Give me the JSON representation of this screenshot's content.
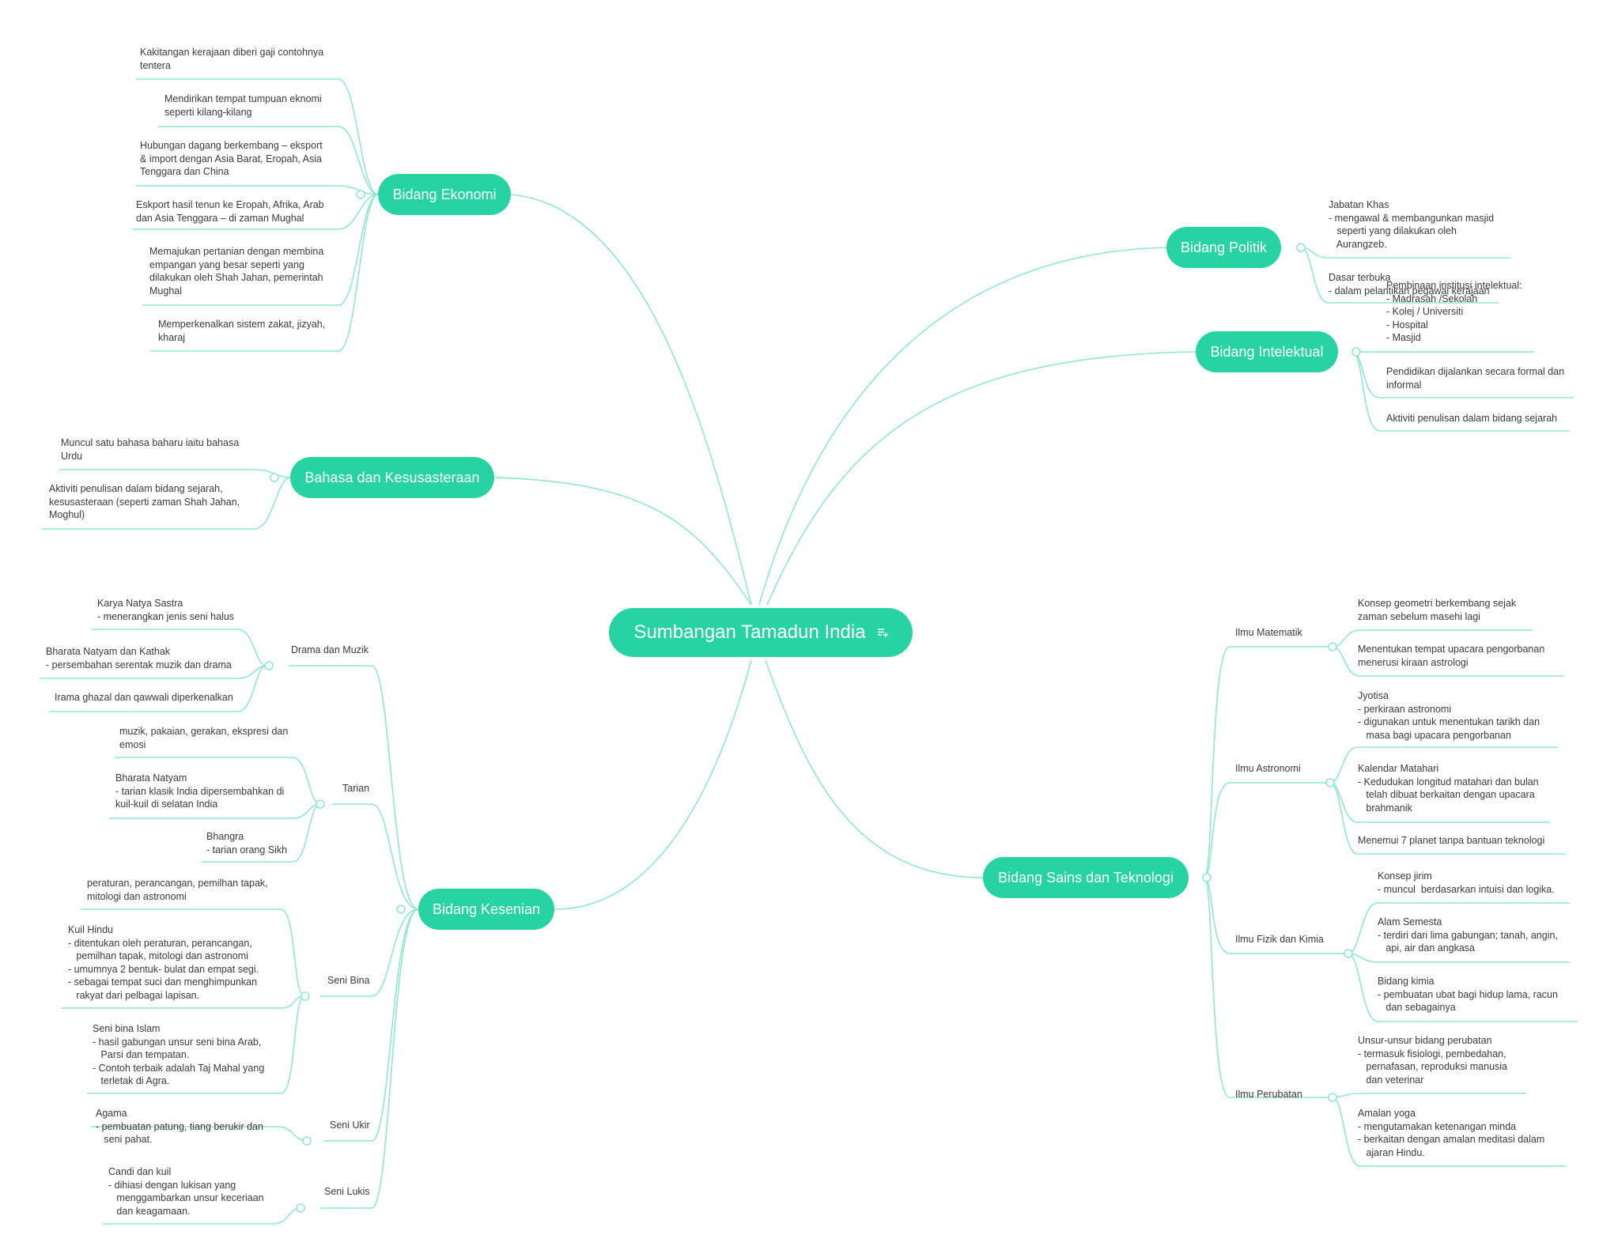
{
  "center": {
    "title": "Sumbangan Tamadun India",
    "icon": "note-icon"
  },
  "branches": {
    "ekonomi": {
      "title": "Bidang Ekonomi",
      "items": [
        "Kakitangan kerajaan diberi gaji contohnya\ntentera",
        "Mendirikan tempat tumpuan eknomi\nseperti kilang-kilang",
        "Hubungan dagang berkembang – eksport\n& import dengan Asia Barat, Eropah, Asia\nTenggara dan China",
        "Eskport hasil tenun ke Eropah, Afrika, Arab\ndan Asia Tenggara – di zaman Mughal",
        "Memajukan pertanian dengan membina\nempangan yang besar seperti yang\ndilakukan oleh Shah Jahan, pemerintah\nMughal",
        "Memperkenalkan sistem zakat, jizyah,\nkharaj"
      ]
    },
    "bahasa": {
      "title": "Bahasa dan Kesusasteraan",
      "items": [
        "Muncul satu bahasa baharu iaitu bahasa\nUrdu",
        "Aktiviti penulisan dalam bidang sejarah,\nkesusasteraan (seperti zaman Shah Jahan,\nMoghul)"
      ]
    },
    "kesenian": {
      "title": "Bidang Kesenian",
      "groups": {
        "drama": {
          "label": "Drama dan Muzik",
          "items": [
            "Karya Natya Sastra\n- menerangkan jenis seni halus",
            "Bharata Natyam dan Kathak\n- persembahan serentak muzik dan drama",
            "Irama ghazal dan qawwali diperkenalkan"
          ]
        },
        "tarian": {
          "label": "Tarian",
          "items": [
            "muzik, pakaian, gerakan, ekspresi dan\nemosi",
            "Bharata Natyam\n- tarian klasik India dipersembahkan di\nkuil-kuil di selatan India",
            "Bhangra\n- tarian orang Sikh"
          ]
        },
        "senibina": {
          "label": "Seni Bina",
          "items": [
            "peraturan, perancangan, pemilhan tapak,\nmitologi dan astronomi",
            "Kuil Hindu\n- ditentukan oleh peraturan, perancangan,\n   pemilhan tapak, mitologi dan astronomi\n- umumnya 2 bentuk- bulat dan empat segi.\n- sebagai tempat suci dan menghimpunkan\n   rakyat dari pelbagai lapisan.",
            "Seni bina Islam\n- hasil gabungan unsur seni bina Arab,\n   Parsi dan tempatan.\n- Contoh terbaik adalah Taj Mahal yang\n   terletak di Agra."
          ]
        },
        "seniukir": {
          "label": "Seni Ukir",
          "items": [
            "Agama\n- pembuatan patung, tiang berukir dan\n   seni pahat."
          ]
        },
        "senilukis": {
          "label": "Seni Lukis",
          "items": [
            "Candi dan kuil\n- dihiasi dengan lukisan yang\n   menggambarkan unsur keceriaan\n   dan keagamaan."
          ]
        }
      }
    },
    "politik": {
      "title": "Bidang Politik",
      "items": [
        "Jabatan Khas\n- mengawal & membangunkan masjid\n   seperti yang dilakukan oleh\n   Aurangzeb.",
        "Dasar terbuka\n- dalam pelantikan pegawai kerajaan"
      ]
    },
    "intelektual": {
      "title": "Bidang Intelektual",
      "items": [
        "Pembinaan institusi intelektual:\n- Madrasah /Sekolah\n- Kolej / Universiti\n- Hospital\n- Masjid",
        "Pendidikan dijalankan secara formal dan\ninformal",
        "Aktiviti penulisan dalam bidang sejarah"
      ]
    },
    "sains": {
      "title": "Bidang Sains dan Teknologi",
      "groups": {
        "matematik": {
          "label": "Ilmu Matematik",
          "items": [
            "Konsep geometri berkembang sejak\nzaman sebelum masehi lagi",
            "Menentukan tempat upacara pengorbanan\nmenerusi kiraan astrologi"
          ]
        },
        "astronomi": {
          "label": "Ilmu Astronomi",
          "items": [
            "Jyotisa\n- perkiraan astronomi\n- digunakan untuk menentukan tarikh dan\n   masa bagi upacara pengorbanan",
            "Kalendar Matahari\n- Kedudukan longitud matahari dan bulan\n   telah dibuat berkaitan dengan upacara\n   brahmanik",
            "Menemui 7 planet tanpa bantuan teknologi"
          ]
        },
        "fizik": {
          "label": "Ilmu Fizik dan Kimia",
          "items": [
            "Konsep jirim\n- muncul  berdasarkan intuisi dan logika.",
            "Alam Semesta\n- terdiri dari lima gabungan; tanah, angin,\n   api, air dan angkasa",
            "Bidang kimia\n- pembuatan ubat bagi hidup lama, racun\n   dan sebagainya"
          ]
        },
        "perubatan": {
          "label": "Ilmu Perubatan",
          "items": [
            "Unsur-unsur bidang perubatan\n- termasuk fisiologi, pembedahan,\n   pernafasan, reproduksi manusia\n   dan veterinar",
            "Amalan yoga\n- mengutamakan ketenangan minda\n- berkaitan dengan amalan meditasi dalam\n   ajaran Hindu."
          ]
        }
      }
    }
  },
  "colors": {
    "accent": "#27d3a2",
    "line": "#8fe7cd",
    "text": "#3a3a3a",
    "background": "#ffffff"
  }
}
